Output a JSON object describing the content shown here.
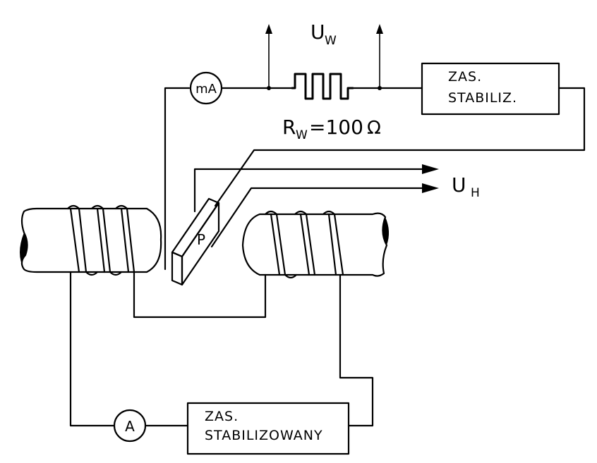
{
  "labels": {
    "uw_main": "U",
    "uw_sub": "W",
    "rw_main": "R",
    "rw_sub": "W",
    "rw_value": "=100",
    "rw_unit": "Ω",
    "uh_main": "U",
    "uh_sub": "H",
    "plate_label": "P"
  },
  "meters": {
    "milliammeter": "mA",
    "ammeter": "A"
  },
  "supplies": {
    "top_line1": "ZAS.",
    "top_line2": "STABILIZ.",
    "bottom_line1": "ZAS.",
    "bottom_line2": "STABILIZOWANY"
  }
}
